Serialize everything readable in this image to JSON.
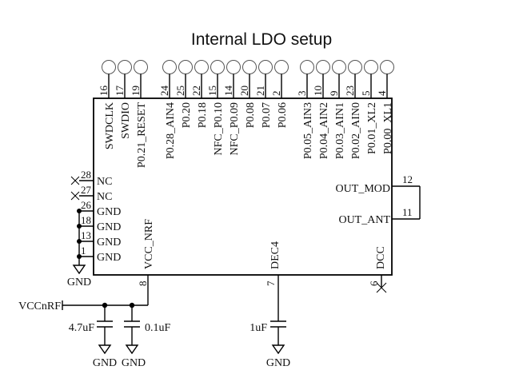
{
  "title": "Internal LDO setup",
  "top_pins": [
    {
      "num": "16",
      "name": "SWDCLK"
    },
    {
      "num": "17",
      "name": "SWDIO"
    },
    {
      "num": "19",
      "name": "P0.21_RESET"
    },
    {
      "num": "24",
      "name": "P0.28_AIN4"
    },
    {
      "num": "25",
      "name": "P0.20"
    },
    {
      "num": "22",
      "name": "P0.18"
    },
    {
      "num": "15",
      "name": "NFC_P0.10"
    },
    {
      "num": "14",
      "name": "NFC_P0.09"
    },
    {
      "num": "20",
      "name": "P0.08"
    },
    {
      "num": "21",
      "name": "P0.07"
    },
    {
      "num": "2",
      "name": "P0.06"
    },
    {
      "num": "3",
      "name": "P0.05_AIN3"
    },
    {
      "num": "10",
      "name": "P0.04_AIN2"
    },
    {
      "num": "9",
      "name": "P0.03_AIN1"
    },
    {
      "num": "23",
      "name": "P0.02_AIN0"
    },
    {
      "num": "5",
      "name": "P0.01_XL2"
    },
    {
      "num": "4",
      "name": "P0.00_XL1"
    }
  ],
  "left_pins": [
    {
      "num": "28",
      "name": "NC"
    },
    {
      "num": "27",
      "name": "NC"
    },
    {
      "num": "26",
      "name": "GND"
    },
    {
      "num": "18",
      "name": "GND"
    },
    {
      "num": "13",
      "name": "GND"
    },
    {
      "num": "1",
      "name": "GND"
    }
  ],
  "right_pins": [
    {
      "num": "12",
      "name": "OUT_MOD"
    },
    {
      "num": "11",
      "name": "OUT_ANT"
    }
  ],
  "bottom_pins": [
    {
      "num": "8",
      "name": "VCC_NRF"
    },
    {
      "num": "7",
      "name": "DEC4"
    },
    {
      "num": "6",
      "name": "DCC"
    }
  ],
  "net_vcc": "VCCnRF",
  "gnd_label": "GND",
  "caps": [
    {
      "value": "4.7uF",
      "ground": "GND"
    },
    {
      "value": "0.1uF",
      "ground": "GND"
    },
    {
      "value": "1uF",
      "ground": "GND"
    }
  ],
  "left_gnd": "GND"
}
